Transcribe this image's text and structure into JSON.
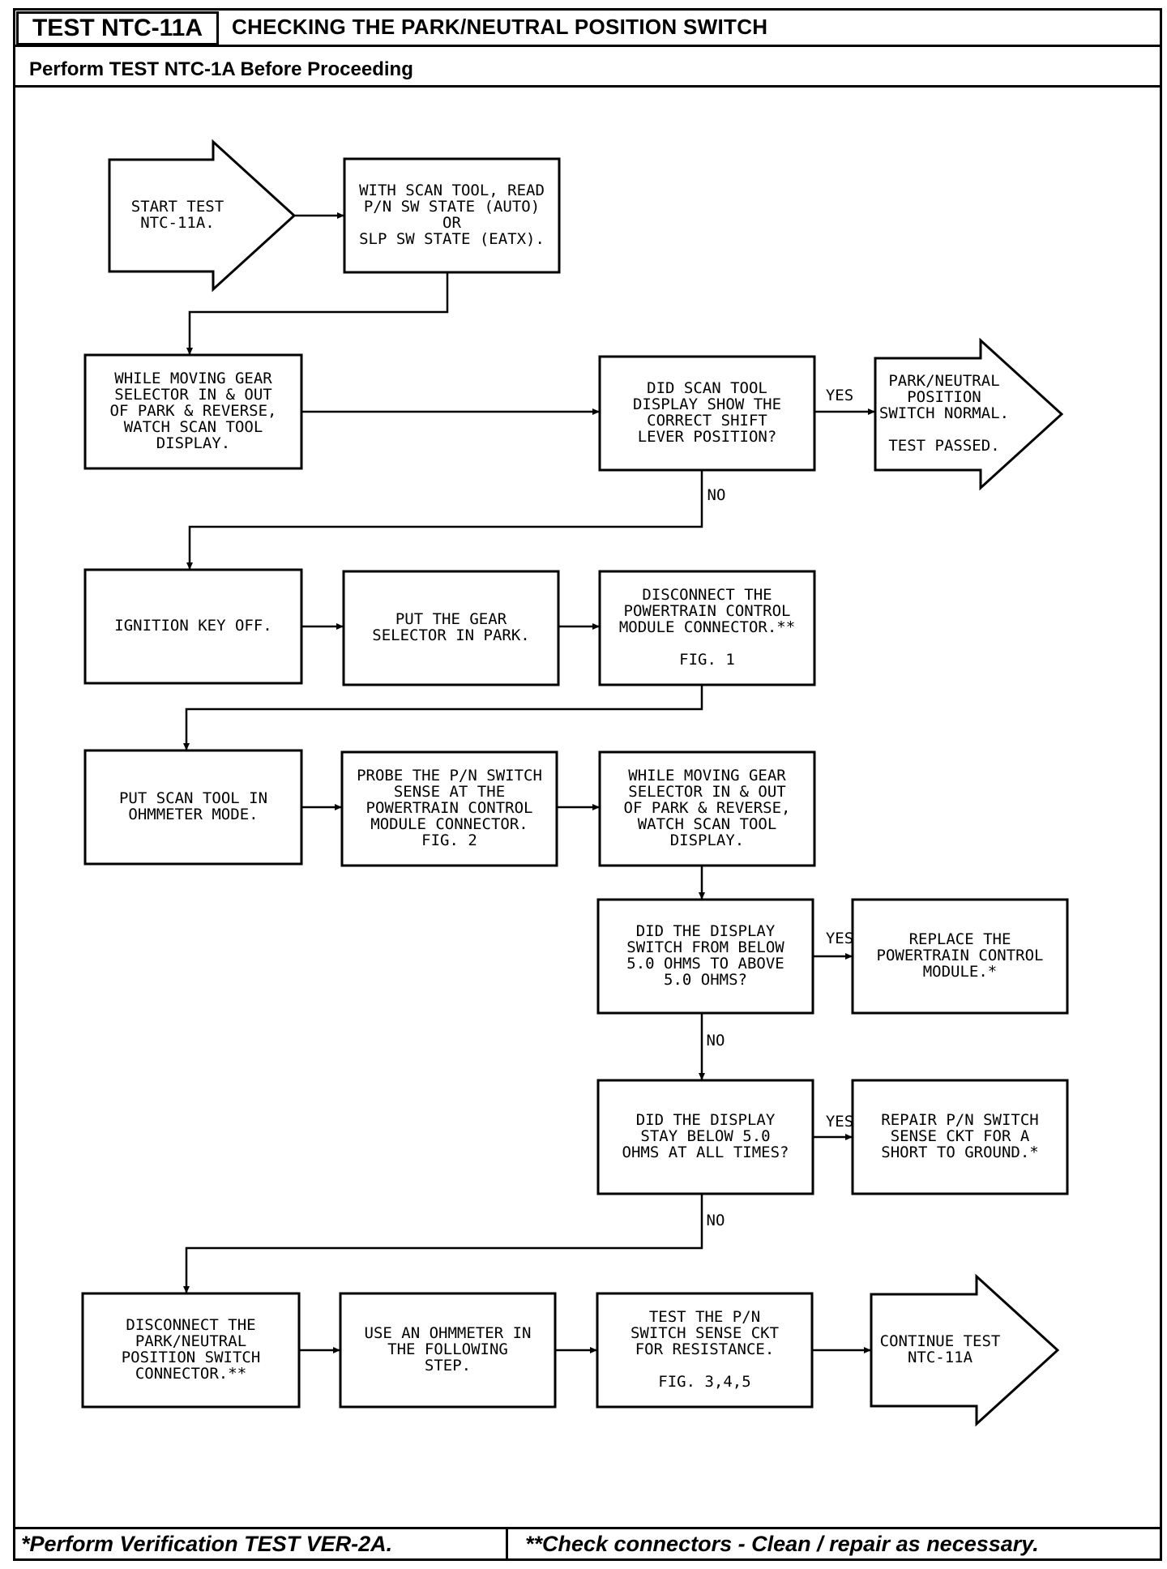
{
  "header": {
    "test_id": "TEST NTC-11A",
    "title": "CHECKING THE PARK/NEUTRAL POSITION SWITCH",
    "prerequisite": "Perform TEST NTC-1A Before Proceeding"
  },
  "footer": {
    "note_single": "*Perform Verification TEST VER-2A.",
    "note_double": "**Check connectors - Clean / repair as necessary."
  },
  "nodes": [
    {
      "id": "start",
      "kind": "arrow",
      "lines": [
        "START TEST",
        "NTC-11A."
      ]
    },
    {
      "id": "read_state",
      "kind": "box",
      "lines": [
        "WITH SCAN TOOL, READ",
        "P/N SW STATE (AUTO)",
        "OR",
        "SLP SW STATE (EATX)."
      ]
    },
    {
      "id": "move_gear",
      "kind": "box",
      "lines": [
        "WHILE MOVING GEAR",
        "SELECTOR IN & OUT",
        "OF PARK & REVERSE,",
        "WATCH SCAN TOOL",
        "DISPLAY."
      ]
    },
    {
      "id": "q_shift",
      "kind": "box",
      "lines": [
        "DID SCAN TOOL",
        "DISPLAY SHOW THE",
        "CORRECT SHIFT",
        "LEVER POSITION?"
      ]
    },
    {
      "id": "passed",
      "kind": "arrow",
      "lines": [
        "PARK/NEUTRAL",
        "POSITION",
        "SWITCH NORMAL.",
        "",
        "TEST PASSED."
      ]
    },
    {
      "id": "key_off",
      "kind": "box",
      "lines": [
        "IGNITION KEY OFF."
      ]
    },
    {
      "id": "gear_park",
      "kind": "box",
      "lines": [
        "PUT THE GEAR",
        "SELECTOR IN PARK."
      ]
    },
    {
      "id": "disc_pcm",
      "kind": "box",
      "lines": [
        "DISCONNECT THE",
        "POWERTRAIN CONTROL",
        "MODULE CONNECTOR.**",
        "",
        "FIG. 1"
      ]
    },
    {
      "id": "ohm_mode",
      "kind": "box",
      "lines": [
        "PUT SCAN TOOL IN",
        "OHMMETER MODE."
      ]
    },
    {
      "id": "probe",
      "kind": "box",
      "lines": [
        "PROBE THE P/N SWITCH",
        "SENSE AT THE",
        "POWERTRAIN CONTROL",
        "MODULE CONNECTOR.",
        "FIG. 2"
      ]
    },
    {
      "id": "move_gear2",
      "kind": "box",
      "lines": [
        "WHILE MOVING GEAR",
        "SELECTOR IN & OUT",
        "OF PARK & REVERSE,",
        "WATCH SCAN TOOL",
        "DISPLAY."
      ]
    },
    {
      "id": "q_switch",
      "kind": "box",
      "lines": [
        "DID THE DISPLAY",
        "SWITCH FROM BELOW",
        "5.0 OHMS TO ABOVE",
        "5.0 OHMS?"
      ]
    },
    {
      "id": "replace_pcm",
      "kind": "box",
      "lines": [
        "REPLACE THE",
        "POWERTRAIN CONTROL",
        "MODULE.*"
      ]
    },
    {
      "id": "q_below",
      "kind": "box",
      "lines": [
        "DID THE DISPLAY",
        "STAY BELOW 5.0",
        "OHMS AT ALL TIMES?"
      ]
    },
    {
      "id": "repair",
      "kind": "box",
      "lines": [
        "REPAIR P/N SWITCH",
        "SENSE CKT FOR A",
        "SHORT TO GROUND.*"
      ]
    },
    {
      "id": "disc_pn",
      "kind": "box",
      "lines": [
        "DISCONNECT THE",
        "PARK/NEUTRAL",
        "POSITION SWITCH",
        "CONNECTOR.**"
      ]
    },
    {
      "id": "use_ohm",
      "kind": "box",
      "lines": [
        "USE AN OHMMETER IN",
        "THE FOLLOWING",
        "STEP."
      ]
    },
    {
      "id": "test_ckt",
      "kind": "box",
      "lines": [
        "TEST THE P/N",
        "SWITCH SENSE CKT",
        "FOR RESISTANCE.",
        "",
        "FIG. 3,4,5"
      ]
    },
    {
      "id": "continue",
      "kind": "arrow",
      "lines": [
        "CONTINUE TEST",
        "NTC-11A"
      ]
    }
  ],
  "edges": [
    {
      "from": "start",
      "to": "read_state",
      "label": ""
    },
    {
      "from": "read_state",
      "to": "move_gear",
      "label": ""
    },
    {
      "from": "move_gear",
      "to": "q_shift",
      "label": ""
    },
    {
      "from": "q_shift",
      "to": "passed",
      "label": "YES"
    },
    {
      "from": "q_shift",
      "to": "key_off",
      "label": "NO"
    },
    {
      "from": "key_off",
      "to": "gear_park",
      "label": ""
    },
    {
      "from": "gear_park",
      "to": "disc_pcm",
      "label": ""
    },
    {
      "from": "disc_pcm",
      "to": "ohm_mode",
      "label": ""
    },
    {
      "from": "ohm_mode",
      "to": "probe",
      "label": ""
    },
    {
      "from": "probe",
      "to": "move_gear2",
      "label": ""
    },
    {
      "from": "move_gear2",
      "to": "q_switch",
      "label": ""
    },
    {
      "from": "q_switch",
      "to": "replace_pcm",
      "label": "YES"
    },
    {
      "from": "q_switch",
      "to": "q_below",
      "label": "NO"
    },
    {
      "from": "q_below",
      "to": "repair",
      "label": "YES"
    },
    {
      "from": "q_below",
      "to": "disc_pn",
      "label": "NO"
    },
    {
      "from": "disc_pn",
      "to": "use_ohm",
      "label": ""
    },
    {
      "from": "use_ohm",
      "to": "test_ckt",
      "label": ""
    },
    {
      "from": "test_ckt",
      "to": "continue",
      "label": ""
    }
  ]
}
